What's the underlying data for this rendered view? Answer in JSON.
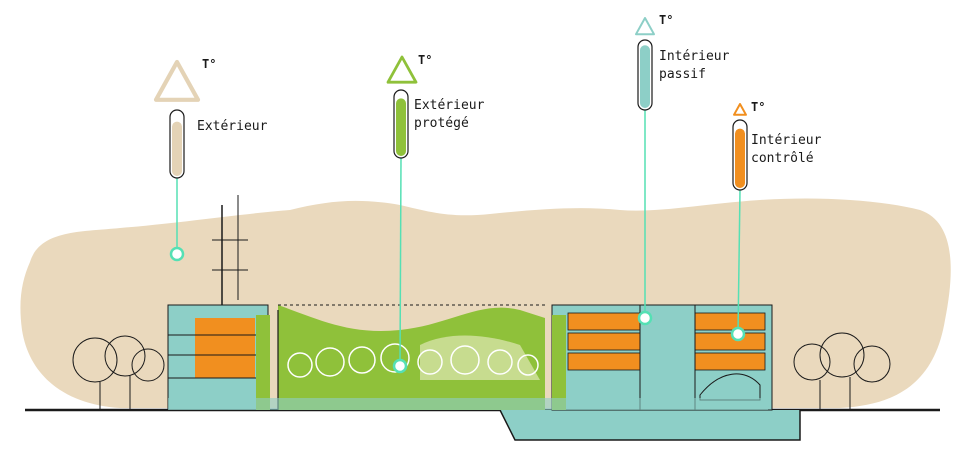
{
  "zones": [
    {
      "id": "exterieur",
      "label": "Extérieur",
      "temp_label": "T°",
      "color": "#e4d3b6",
      "level": 0.85,
      "icon": "triangle-icon"
    },
    {
      "id": "exterieur-protege",
      "label": "Extérieur\nprotégé",
      "temp_label": "T°",
      "color": "#8fc13a",
      "level": 0.9,
      "icon": "triangle-icon"
    },
    {
      "id": "interieur-passif",
      "label": "Intérieur\npassif",
      "temp_label": "T°",
      "color": "#8dcfc7",
      "level": 0.95,
      "icon": "triangle-icon"
    },
    {
      "id": "interieur-controle",
      "label": "Intérieur\ncontrôlé",
      "temp_label": "T°",
      "color": "#f18f1f",
      "level": 0.9,
      "icon": "triangle-icon"
    }
  ],
  "colors": {
    "ground_halo": "#ead9bd",
    "connector": "#55e0b4",
    "outline": "#1a1a1a",
    "glass": "#8dcfc7",
    "greenery": "#8fc13a",
    "greenery_light": "#c7dc8f",
    "floors": "#f18f1f"
  }
}
